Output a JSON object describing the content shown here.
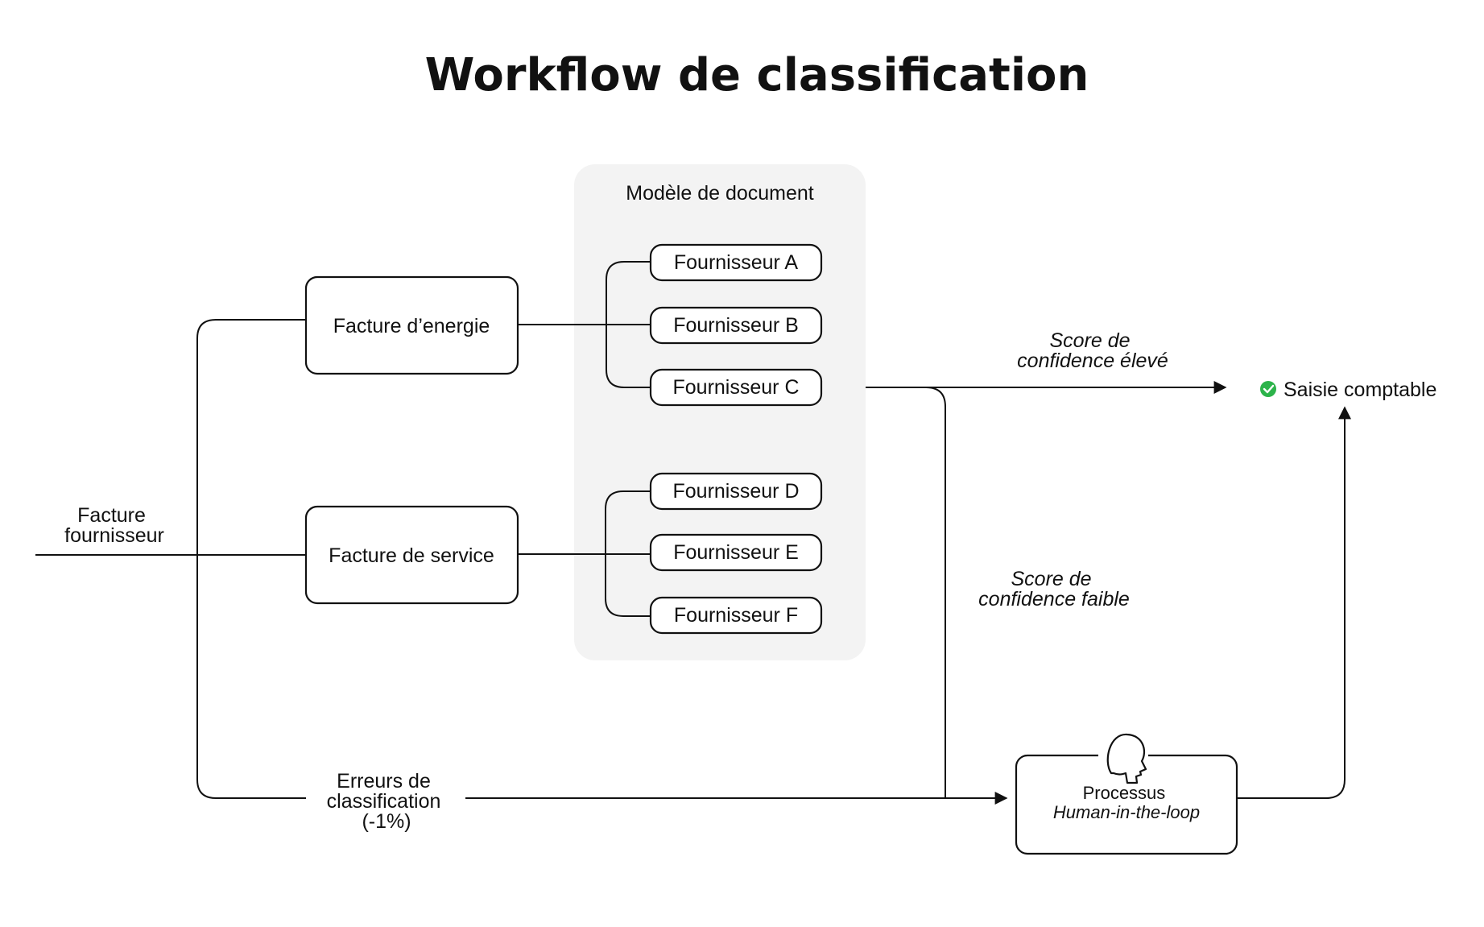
{
  "title": "Workflow de classification",
  "input_label": [
    "Facture",
    "fournisseur"
  ],
  "group_label": "Modèle de document",
  "categories": {
    "energy": "Facture d’energie",
    "service": "Facture de service"
  },
  "suppliers": {
    "a": "Fournisseur A",
    "b": "Fournisseur B",
    "c": "Fournisseur C",
    "d": "Fournisseur D",
    "e": "Fournisseur E",
    "f": "Fournisseur F"
  },
  "edges": {
    "high_confidence": [
      "Score de",
      "confidence élevé"
    ],
    "low_confidence": [
      "Score de",
      "confidence faible"
    ],
    "errors": [
      "Erreurs de",
      "classification",
      "(-1%)"
    ]
  },
  "output": {
    "label": "Saisie comptable",
    "status_color": "#2cb34a",
    "icon": "check-circle-icon"
  },
  "hitl": {
    "line1": "Processus",
    "line2": "Human-in-the-loop",
    "icon": "human-head-icon"
  }
}
